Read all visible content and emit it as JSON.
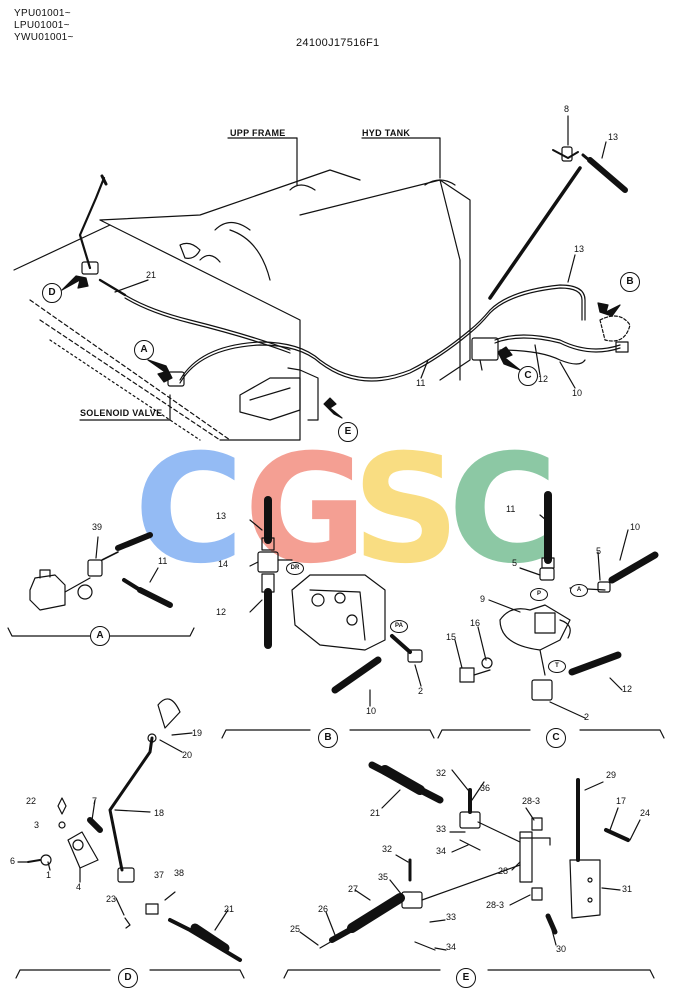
{
  "header": {
    "serial_1": "YPU01001~",
    "serial_2": "LPU01001~",
    "serial_3": "YWU01001~",
    "part_number": "24100J17516F1"
  },
  "labels": {
    "upp_frame": "UPP FRAME",
    "hyd_tank": "HYD TANK",
    "solenoid_valve": "SOLENOID VALVE"
  },
  "views": [
    "A",
    "B",
    "C",
    "D",
    "E"
  ],
  "port_tags": {
    "dr": "DR",
    "pa": "PA",
    "p": "P",
    "a": "A",
    "t": "T"
  },
  "watermark": {
    "letters": [
      "C",
      "G",
      "S",
      "C"
    ],
    "colors": [
      "#8fb8f4",
      "#f49a8e",
      "#f9dc7c",
      "#86c6a0"
    ]
  },
  "callouts": {
    "main": [
      "8",
      "13",
      "21",
      "13",
      "11",
      "12",
      "10"
    ],
    "view_a": [
      "39",
      "11"
    ],
    "view_b": [
      "13",
      "14",
      "12",
      "10",
      "2"
    ],
    "view_c": [
      "11",
      "5",
      "10",
      "5",
      "9",
      "15",
      "16",
      "12",
      "2"
    ],
    "view_d": [
      "19",
      "20",
      "22",
      "3",
      "7",
      "18",
      "6",
      "1",
      "4",
      "23",
      "37",
      "38",
      "21"
    ],
    "view_e": [
      "32",
      "36",
      "21",
      "28-3",
      "29",
      "17",
      "24",
      "33",
      "34",
      "32",
      "35",
      "28",
      "27",
      "26",
      "25",
      "33",
      "34",
      "28-3",
      "31",
      "30"
    ]
  }
}
